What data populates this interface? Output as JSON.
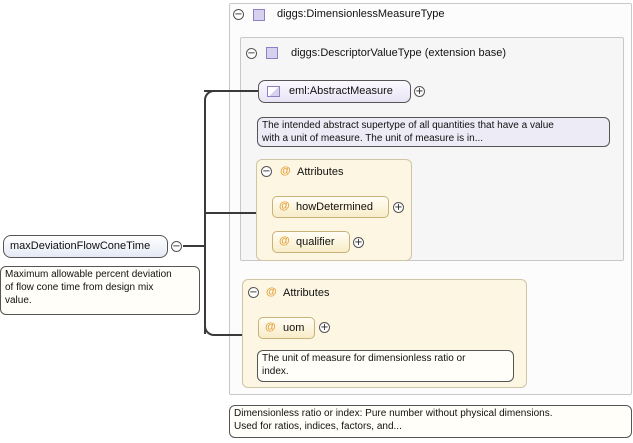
{
  "element": {
    "name": "maxDeviationFlowConeTime",
    "documentation": [
      "Maximum allowable percent deviation",
      "of flow cone time from design mix",
      "value."
    ]
  },
  "type": {
    "name": "diggs:DimensionlessMeasureType",
    "documentation": [
      "Dimensionless ratio or index: Pure number without physical dimensions.",
      "Used for ratios, indices, factors, and..."
    ]
  },
  "base_type": {
    "name": "diggs:DescriptorValueType (extension base)"
  },
  "abstract_measure": {
    "name": "eml:AbstractMeasure",
    "documentation": [
      "The intended abstract supertype of all quantities that have a value",
      "with a unit of measure. The unit of measure is in..."
    ]
  },
  "base_attributes": {
    "title": "Attributes",
    "items": [
      "howDetermined",
      "qualifier"
    ]
  },
  "type_attributes": {
    "title": "Attributes",
    "items": [
      "uom"
    ],
    "uom_documentation": [
      "The unit of measure for dimensionless ratio or",
      "index."
    ]
  },
  "symbols": {
    "collapse": "−",
    "expand": "+",
    "attribute": "@"
  }
}
